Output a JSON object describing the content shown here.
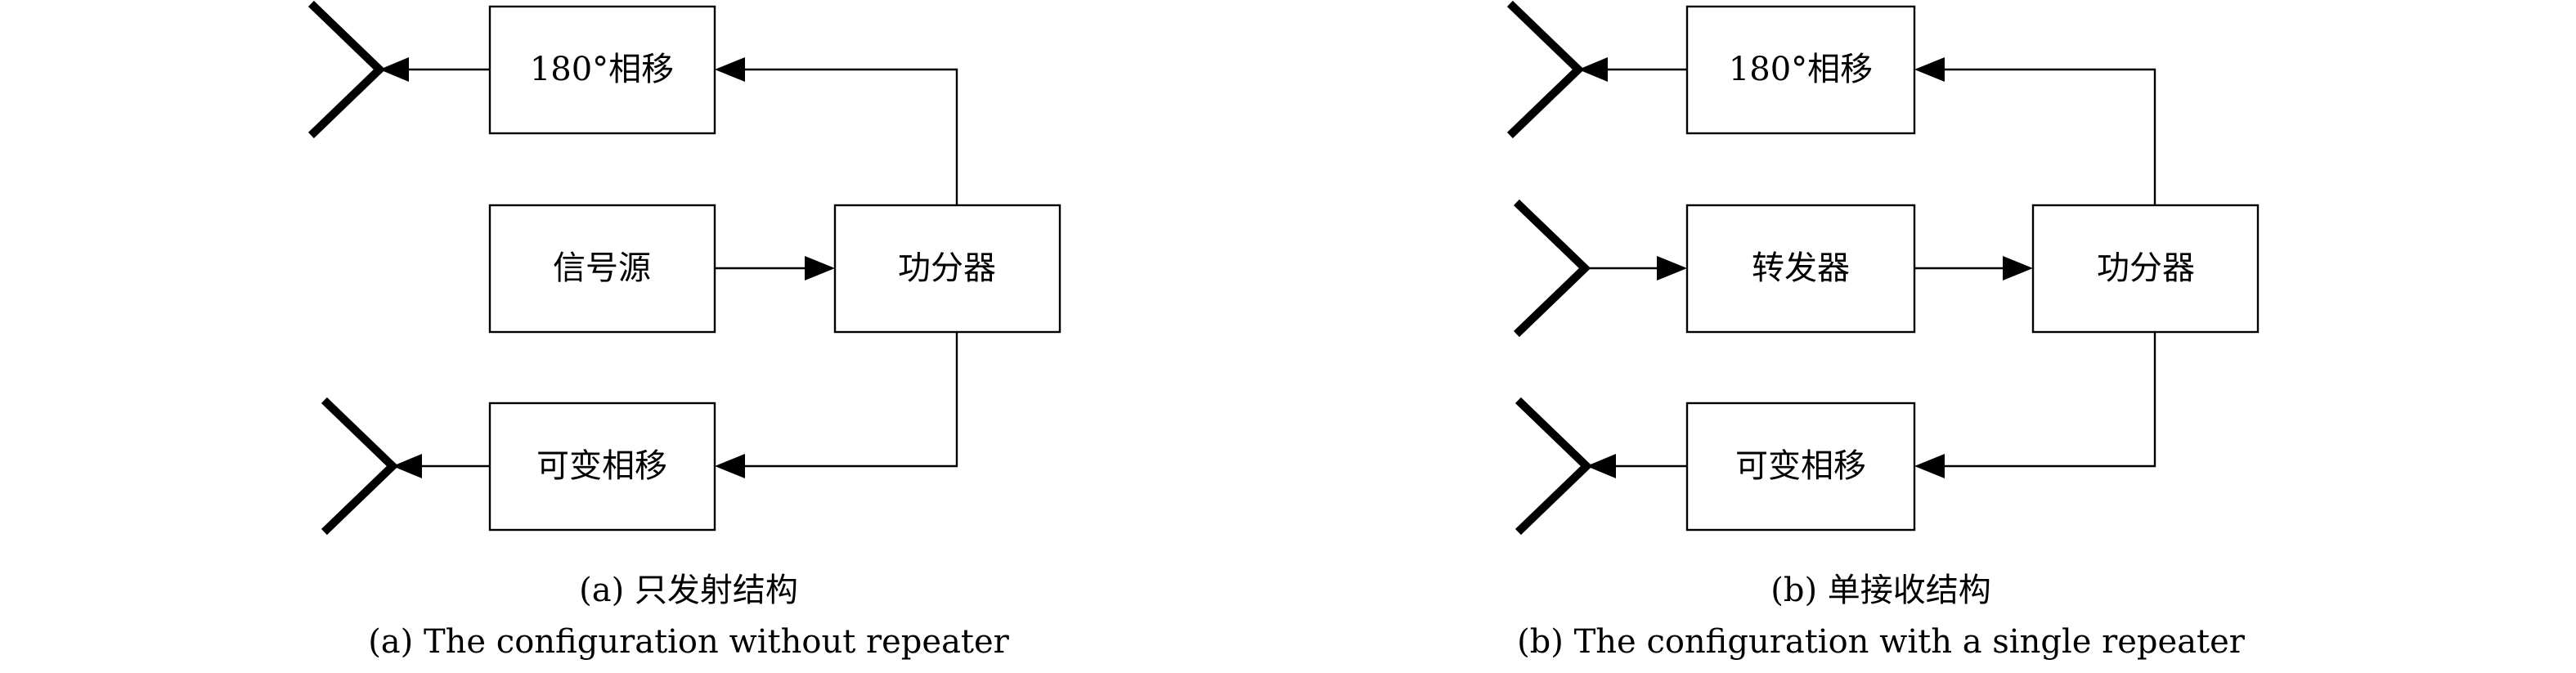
{
  "panel_a": {
    "blocks": {
      "phase_180": "180°相移",
      "signal_source": "信号源",
      "power_divider": "功分器",
      "variable_phase": "可变相移"
    },
    "caption_cn": "(a) 只发射结构",
    "caption_en": "(a) The configuration without repeater"
  },
  "panel_b": {
    "blocks": {
      "phase_180": "180°相移",
      "repeater": "转发器",
      "power_divider": "功分器",
      "variable_phase": "可变相移"
    },
    "caption_cn": "(b) 单接收结构",
    "caption_en": "(b) The configuration with a single repeater"
  }
}
